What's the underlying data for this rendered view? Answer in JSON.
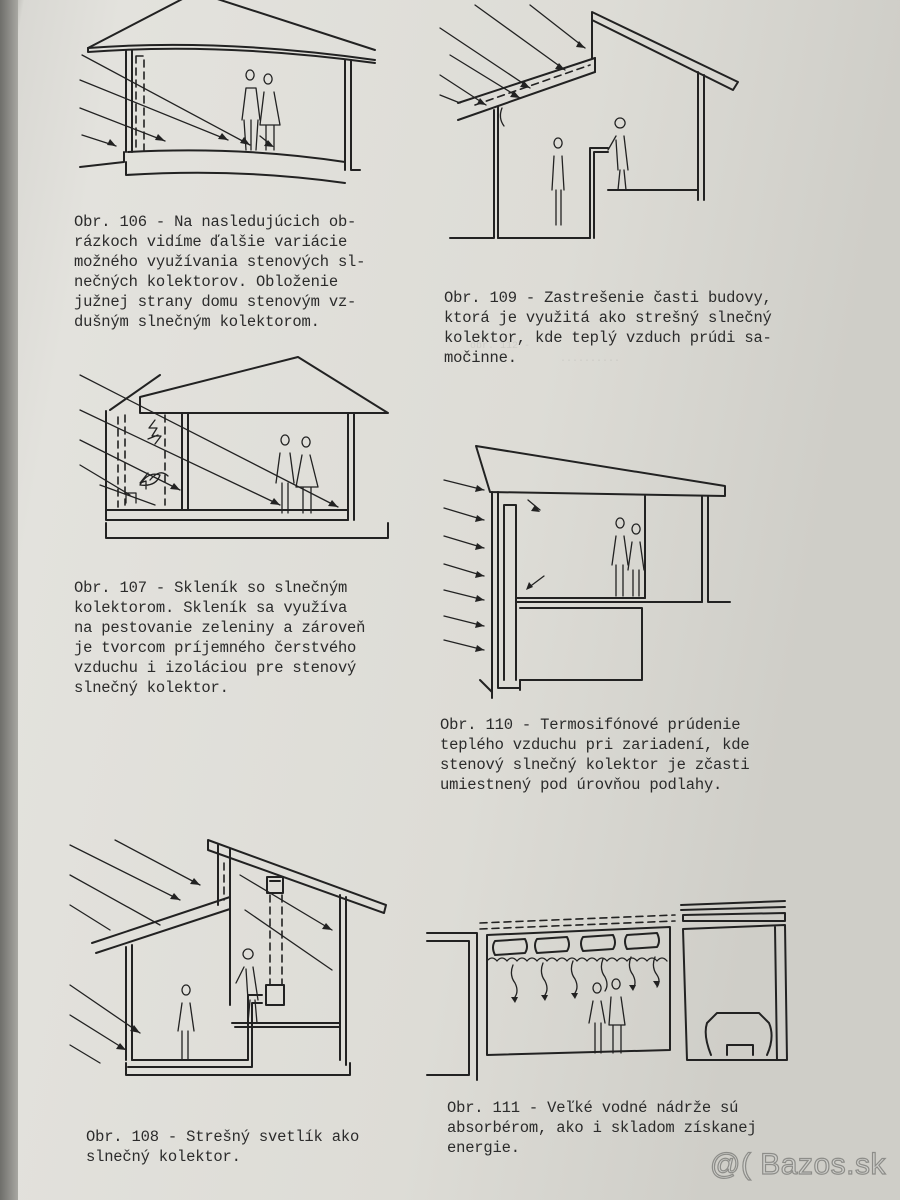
{
  "page": {
    "background": "#e1e0db",
    "ink_color": "#2a2a2a"
  },
  "figures": [
    {
      "id": "106",
      "caption": "Obr. 106 - Na nasledujúcich ob-\nrázkoch vidíme ďalšie variácie\nmožného využívania stenových sl-\nnečných kolektorov. Obloženie\njužnej strany domu stenovým vz-\ndušným slnečným kolektorom.",
      "illustration": "house-with-wall-air-collector"
    },
    {
      "id": "109",
      "caption": "Obr. 109 - Zastrešenie časti budovy,\nktorá je využitá ako strešný slnečný\nkolektor, kde teplý vzduch prúdi sa-\nmočinne.",
      "illustration": "roof-solar-collector-section"
    },
    {
      "id": "107",
      "caption": "Obr. 107 - Skleník so slnečným\nkolektorom. Skleník sa využíva\nna pestovanie zeleniny a zároveň\nje tvorcom príjemného čerstvého\nvzduchu i izoláciou pre stenový\nslnečný kolektor.",
      "illustration": "greenhouse-with-solar-collector"
    },
    {
      "id": "110",
      "caption": "Obr. 110 - Termosifónové prúdenie\nteplého vzduchu pri zariadení, kde\nstenový slnečný kolektor je zčasti\numiestnený pod úrovňou podlahy.",
      "illustration": "thermosiphon-air-flow-section"
    },
    {
      "id": "108",
      "caption": "Obr. 108 - Strešný svetlík ako\nslnečný kolektor.",
      "illustration": "roof-skylight-collector"
    },
    {
      "id": "111",
      "caption": "Obr. 111 - Veľké vodné nádrže sú\nabsorbérom, ako i skladom získanej\nenergie.",
      "illustration": "water-tanks-absorber-with-garage"
    }
  ],
  "watermark": "@( Bazos.sk"
}
